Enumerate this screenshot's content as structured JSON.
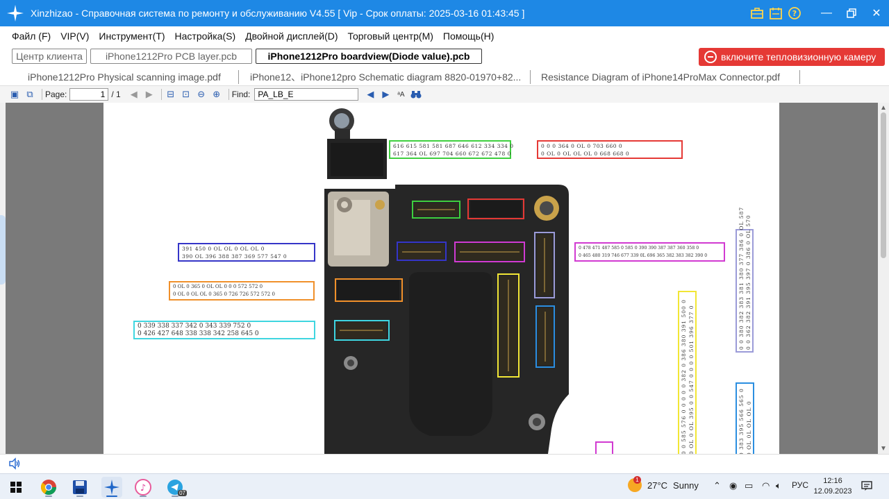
{
  "window": {
    "title": "Xinzhizao - Справочная система по ремонту и обслуживанию V4.55 [ Vip - Срок оплаты: 2025-03-16 01:43:45 ]"
  },
  "menu": [
    "Файл (F)",
    "VIP(V)",
    "Инструмент(T)",
    "Настройка(S)",
    "Двойной дисплей(D)",
    "Торговый центр(M)",
    "Помощь(H)"
  ],
  "tabs_top": [
    {
      "label": "Центр клиента",
      "active": false
    },
    {
      "label": "iPhone1212Pro PCB layer.pcb",
      "active": false
    },
    {
      "label": "iPhone1212Pro boardview(Diode value).pcb",
      "active": true
    }
  ],
  "thermal_button": "включите тепловизионную камеру",
  "tabs_docs": [
    {
      "label": "iPhone1212Pro Physical scanning image.pdf",
      "active": false
    },
    {
      "label": "iPhone12、iPhone12pro Schematic diagram 8820-01970+82...",
      "active": false
    },
    {
      "label": "Resistance Diagram of iPhone14ProMax Connector.pdf",
      "active": true
    }
  ],
  "toolbar": {
    "page_label": "Page:",
    "page_value": "1",
    "page_total": "/ 1",
    "find_label": "Find:",
    "find_value": "PA_LB_E"
  },
  "boxes": {
    "green": {
      "color": "#3ecf3e",
      "rows": [
        "616  615  581  581  687  646  612  334  334   0",
        "617  364   OL  697  704  660  672  672  478   0"
      ]
    },
    "red": {
      "color": "#e53935",
      "rows": [
        "0     0     0    364    0     OL    0    703   660    0",
        "0    OL    0    OL    OL    OL    0    668   668    0"
      ]
    },
    "blue": {
      "color": "#3535c8",
      "rows": [
        "391  450   0    OL    OL     0     OL    OL    0",
        "390   OL  396  388  387  369  577  547    0"
      ]
    },
    "magenta": {
      "color": "#d13ad1",
      "rows": [
        "0  478 471 487 585  0  585  0  390 390 387 387 360 358  0",
        "0  465 480 319 746 677 339  0L  696 365 382 383 382 390  0"
      ]
    },
    "orange": {
      "color": "#f0902a",
      "rows": [
        "0   OL   0   365   0   OL   OL   0   0   0   572  572   0",
        "0   OL   0   OL   OL   0   365   0   726  726  572  572   0"
      ]
    },
    "cyan": {
      "color": "#3fd6e0",
      "rows": [
        "0     339   338   337   342     0     343   339   752     0",
        "0     426   427   648   338   338   342   258   645     0"
      ]
    },
    "lavender": {
      "color": "#9b9bd8",
      "cols": [
        "0  0  380 382 383 381 380 377 386 0 OL 587",
        "0  0  362 382 391 395 397 0 386 0 OL 570"
      ]
    },
    "yellow": {
      "color": "#f2e635",
      "cols": [
        "0  0  585 576 0 0 0 0 0 382 0 386 380 391 500 0",
        "0 OL 0 OL 395 0 0 547 0 0 0 0 501 396 377 0"
      ]
    },
    "blue2": {
      "color": "#2b8ee0",
      "cols": [
        "0 383 395 566 565 0",
        "0 OL 0L OL OL 0"
      ]
    }
  },
  "taskbar": {
    "weather_temp": "27°C",
    "weather_text": "Sunny",
    "weather_badge": "1",
    "lang": "РУС",
    "time": "12:16",
    "date": "12.09.2023",
    "telegram_badge": "07"
  }
}
